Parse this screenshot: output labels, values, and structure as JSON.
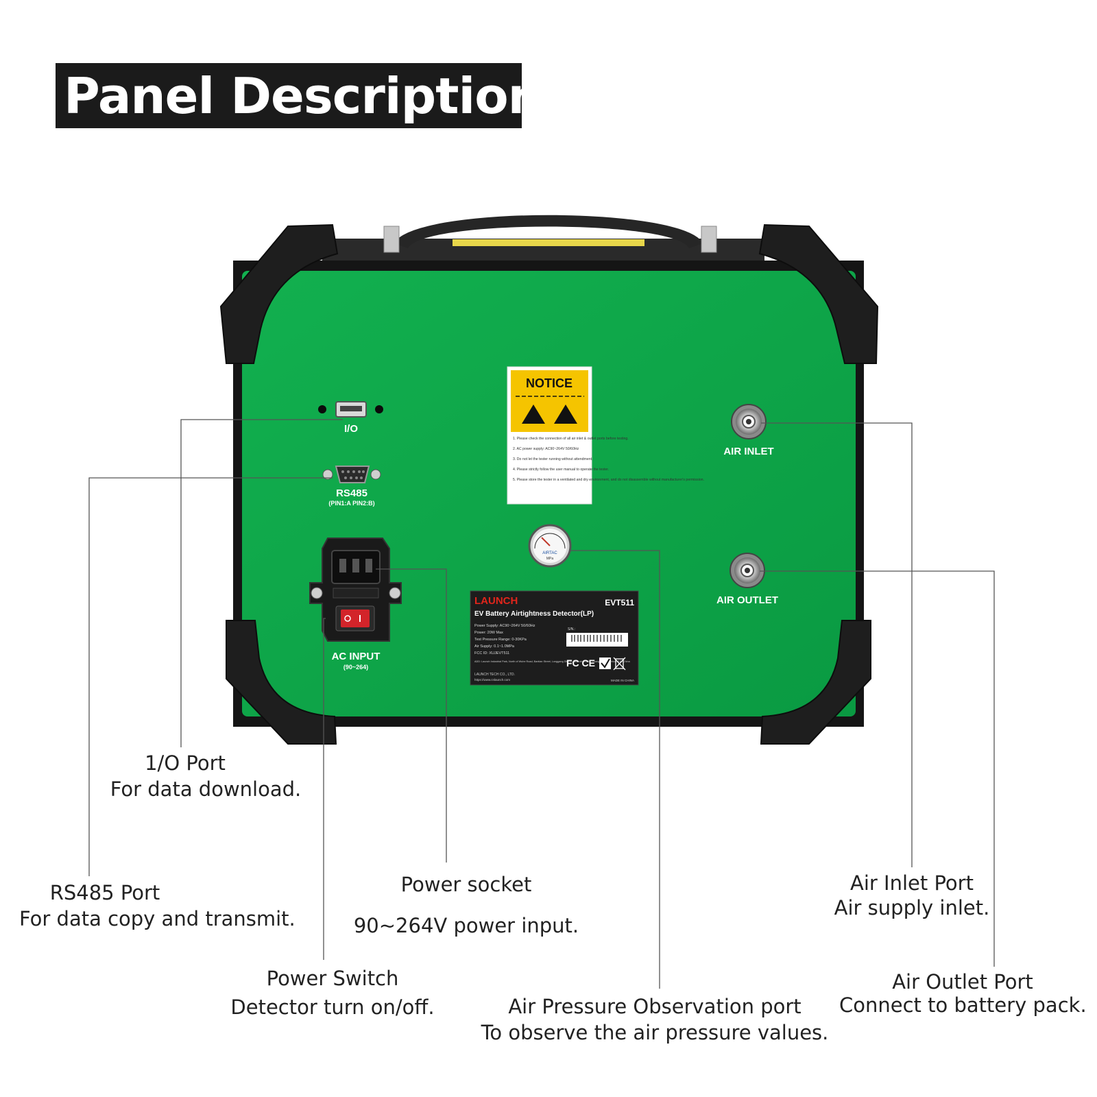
{
  "title": "Panel Description",
  "panel_labels": {
    "io": "I/O",
    "rs485": "RS485",
    "rs485_pins": "(PIN1:A PIN2:B)",
    "ac_input": "AC INPUT",
    "ac_input_range": "(90~264)",
    "air_inlet": "AIR INLET",
    "air_outlet": "AIR OUTLET"
  },
  "notice": {
    "header": "NOTICE",
    "items": [
      "1. Please check the connection of all air inlet & outlet ports before testing.",
      "2. AC power supply: AC90~264V 50/60Hz",
      "3. Do not let the tester running without attendment.",
      "4. Please strictly follow the user manual to operate the tester.",
      "5. Please store the tester in a ventilated and dry environment, and do not disassemble without manufacturer's permission."
    ]
  },
  "gauge": {
    "brand": "AIRTAC",
    "unit": "MPa"
  },
  "nameplate": {
    "brand": "LAUNCH",
    "model": "EVT511",
    "product": "EV Battery Airtightness Detector(LP)",
    "specs": [
      "Power Supply: AC90~264V 50/60Hz",
      "Power: 20W Max",
      "Test Pressure Range: 0-30KPa",
      "Air Supply: 0.1~1.0MPa",
      "FCC ID: XUJEVT511"
    ],
    "sn_label": "S/N.:",
    "address": "ADD: Launch Industrial Park, North of Wuhe Road, Bantian Street, Longgang District, Shenzhen City, Guangdong Province, P.R. China",
    "company": "LAUNCH TECH CO., LTD.",
    "website": "https://www.cnlaunch.com",
    "made_in": "MADE IN CHINA",
    "marks": "FC CE"
  },
  "callouts": {
    "io": {
      "line1": "1/O Port",
      "line2": "For data download."
    },
    "rs485": {
      "line1": "RS485 Port",
      "line2": "For data copy and transmit."
    },
    "power_socket": {
      "line1": "Power socket",
      "line2": "90~264V power input."
    },
    "power_switch": {
      "line1": "Power Switch",
      "line2": "Detector turn on/off."
    },
    "air_pressure": {
      "line1": "Air Pressure Observation port",
      "line2": "To observe the air pressure values."
    },
    "air_inlet": {
      "line1": "Air Inlet Port",
      "line2": "Air supply inlet."
    },
    "air_outlet": {
      "line1": "Air Outlet Port",
      "line2": "Connect to battery pack."
    }
  },
  "colors": {
    "panel_green": "#0fa64a",
    "bumper_black": "#1e1e1e",
    "title_bg": "#1b1b1b",
    "notice_yellow": "#f5c400",
    "launch_red": "#e1251b"
  }
}
